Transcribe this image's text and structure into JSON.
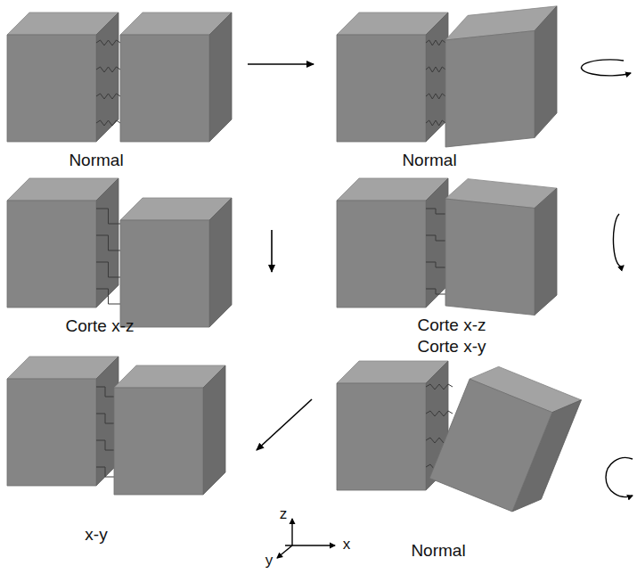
{
  "diagram": {
    "labels": [
      "Normal",
      "Normal",
      "Corte x-z",
      "Corte x-z",
      "Corte x-y",
      "x-y",
      "Normal",
      "z",
      "x",
      "y"
    ]
  }
}
